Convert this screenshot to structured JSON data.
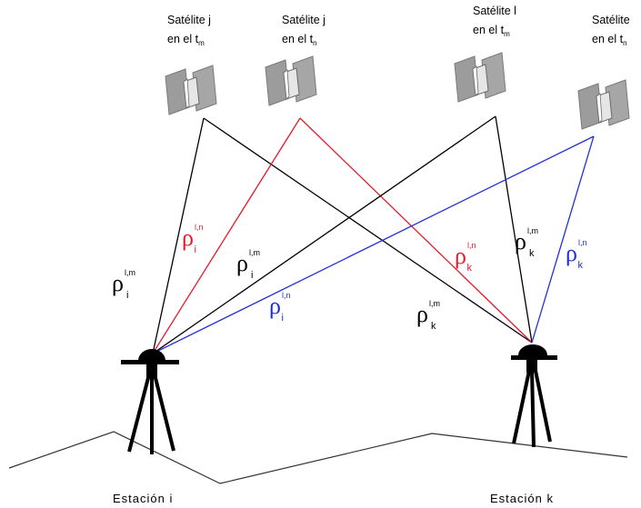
{
  "satellites": [
    {
      "id": "sat-j-tm",
      "line1": "Satélite j",
      "line2": "en el t",
      "sub": "m"
    },
    {
      "id": "sat-j-tn",
      "line1": "Satélite j",
      "line2": "en el t",
      "sub": "n"
    },
    {
      "id": "sat-l-tm",
      "line1": "Satélite l",
      "line2": "en el t",
      "sub": "m"
    },
    {
      "id": "sat-l-tn",
      "line1": "Satélite",
      "line2": "en el t",
      "sub": "n"
    }
  ],
  "ranges": [
    {
      "id": "rho-i-lm-left",
      "symbol": "ρ",
      "sup": "l,m",
      "sub": "i",
      "color": "#000000"
    },
    {
      "id": "rho-i-red",
      "symbol": "ρ",
      "sup": "l,n",
      "sub": "i",
      "color": "#e8192c"
    },
    {
      "id": "rho-i-lm-mid",
      "symbol": "ρ",
      "sup": "l,m",
      "sub": "i",
      "color": "#000000"
    },
    {
      "id": "rho-i-blue",
      "symbol": "ρ",
      "sup": "l,n",
      "sub": "i",
      "color": "#1f2fd6"
    },
    {
      "id": "rho-k-lm-low",
      "symbol": "ρ",
      "sup": "l,m",
      "sub": "k",
      "color": "#000000"
    },
    {
      "id": "rho-k-red",
      "symbol": "ρ",
      "sup": "l,n",
      "sub": "k",
      "color": "#e8192c"
    },
    {
      "id": "rho-k-lm-high",
      "symbol": "ρ",
      "sup": "l,m",
      "sub": "k",
      "color": "#000000"
    },
    {
      "id": "rho-k-blue",
      "symbol": "ρ",
      "sup": "l,n",
      "sub": "k",
      "color": "#1f2fd6"
    }
  ],
  "stations": [
    {
      "id": "station-i",
      "label": "Estación i"
    },
    {
      "id": "station-k",
      "label": "Estación k"
    }
  ],
  "colors": {
    "black_line": "#000000",
    "red_line": "#e8192c",
    "blue_line": "#1f2fd6",
    "satellite_body": "#a9a9a9"
  }
}
